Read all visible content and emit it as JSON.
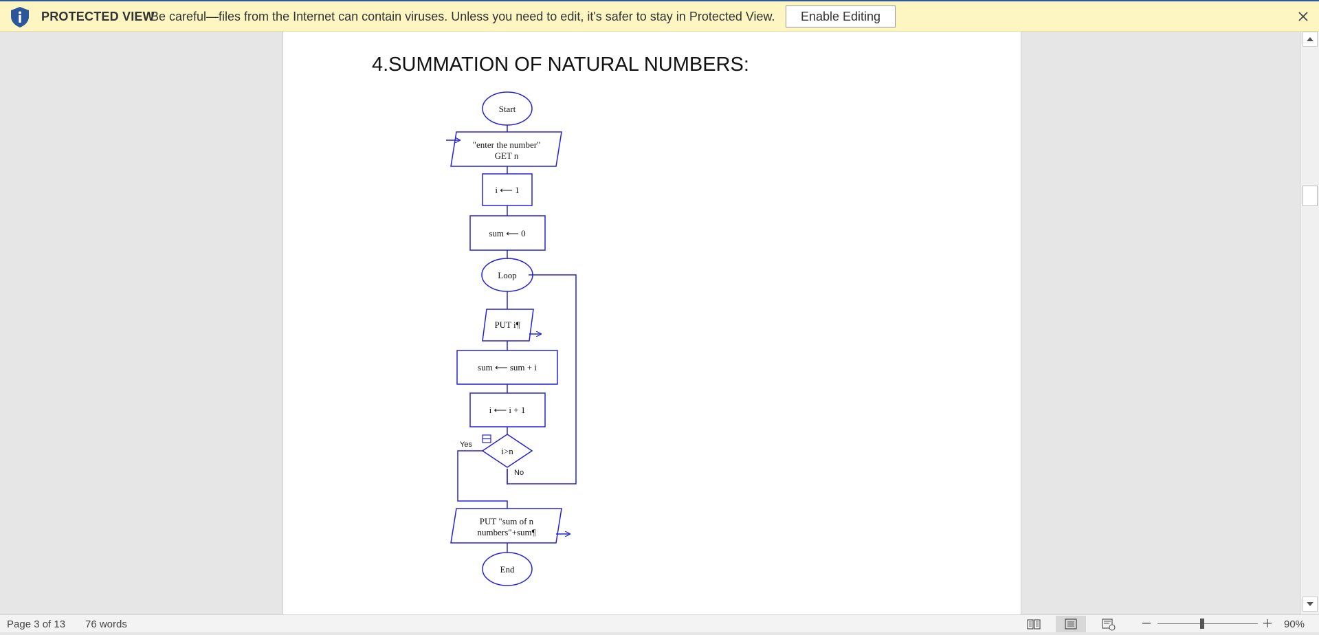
{
  "protected_view": {
    "title": "PROTECTED VIEW",
    "message": "Be careful—files from the Internet can contain viruses. Unless you need to edit, it's safer to stay in Protected View.",
    "enable_label": "Enable Editing",
    "icons": {
      "shield": "shield-info-icon",
      "close": "close-icon"
    },
    "colors": {
      "bar": "#fdf6c3",
      "shield": "#2b579a"
    }
  },
  "document": {
    "heading": "4.SUMMATION OF NATURAL NUMBERS:",
    "flowchart": {
      "color": "#2222dd",
      "start": "Start",
      "input_line1": "\"enter the number\"",
      "input_line2": "GET n",
      "init_i": "i ⟵ 1",
      "init_sum": "sum ⟵ 0",
      "loop": "Loop",
      "put_i": "PUT i¶",
      "add": "sum ⟵ sum + i",
      "increment": "i ⟵ i + 1",
      "condition": "i>n",
      "yes_label": "Yes",
      "no_label": "No",
      "output_line1": "PUT \"sum of n",
      "output_line2": "numbers\"+sum¶",
      "end": "End"
    }
  },
  "status_bar": {
    "page": "Page 3 of 13",
    "words": "76 words",
    "zoom": "90%",
    "zoom_fraction": 0.5,
    "views": [
      "read-mode-icon",
      "print-layout-icon",
      "web-layout-icon"
    ]
  }
}
